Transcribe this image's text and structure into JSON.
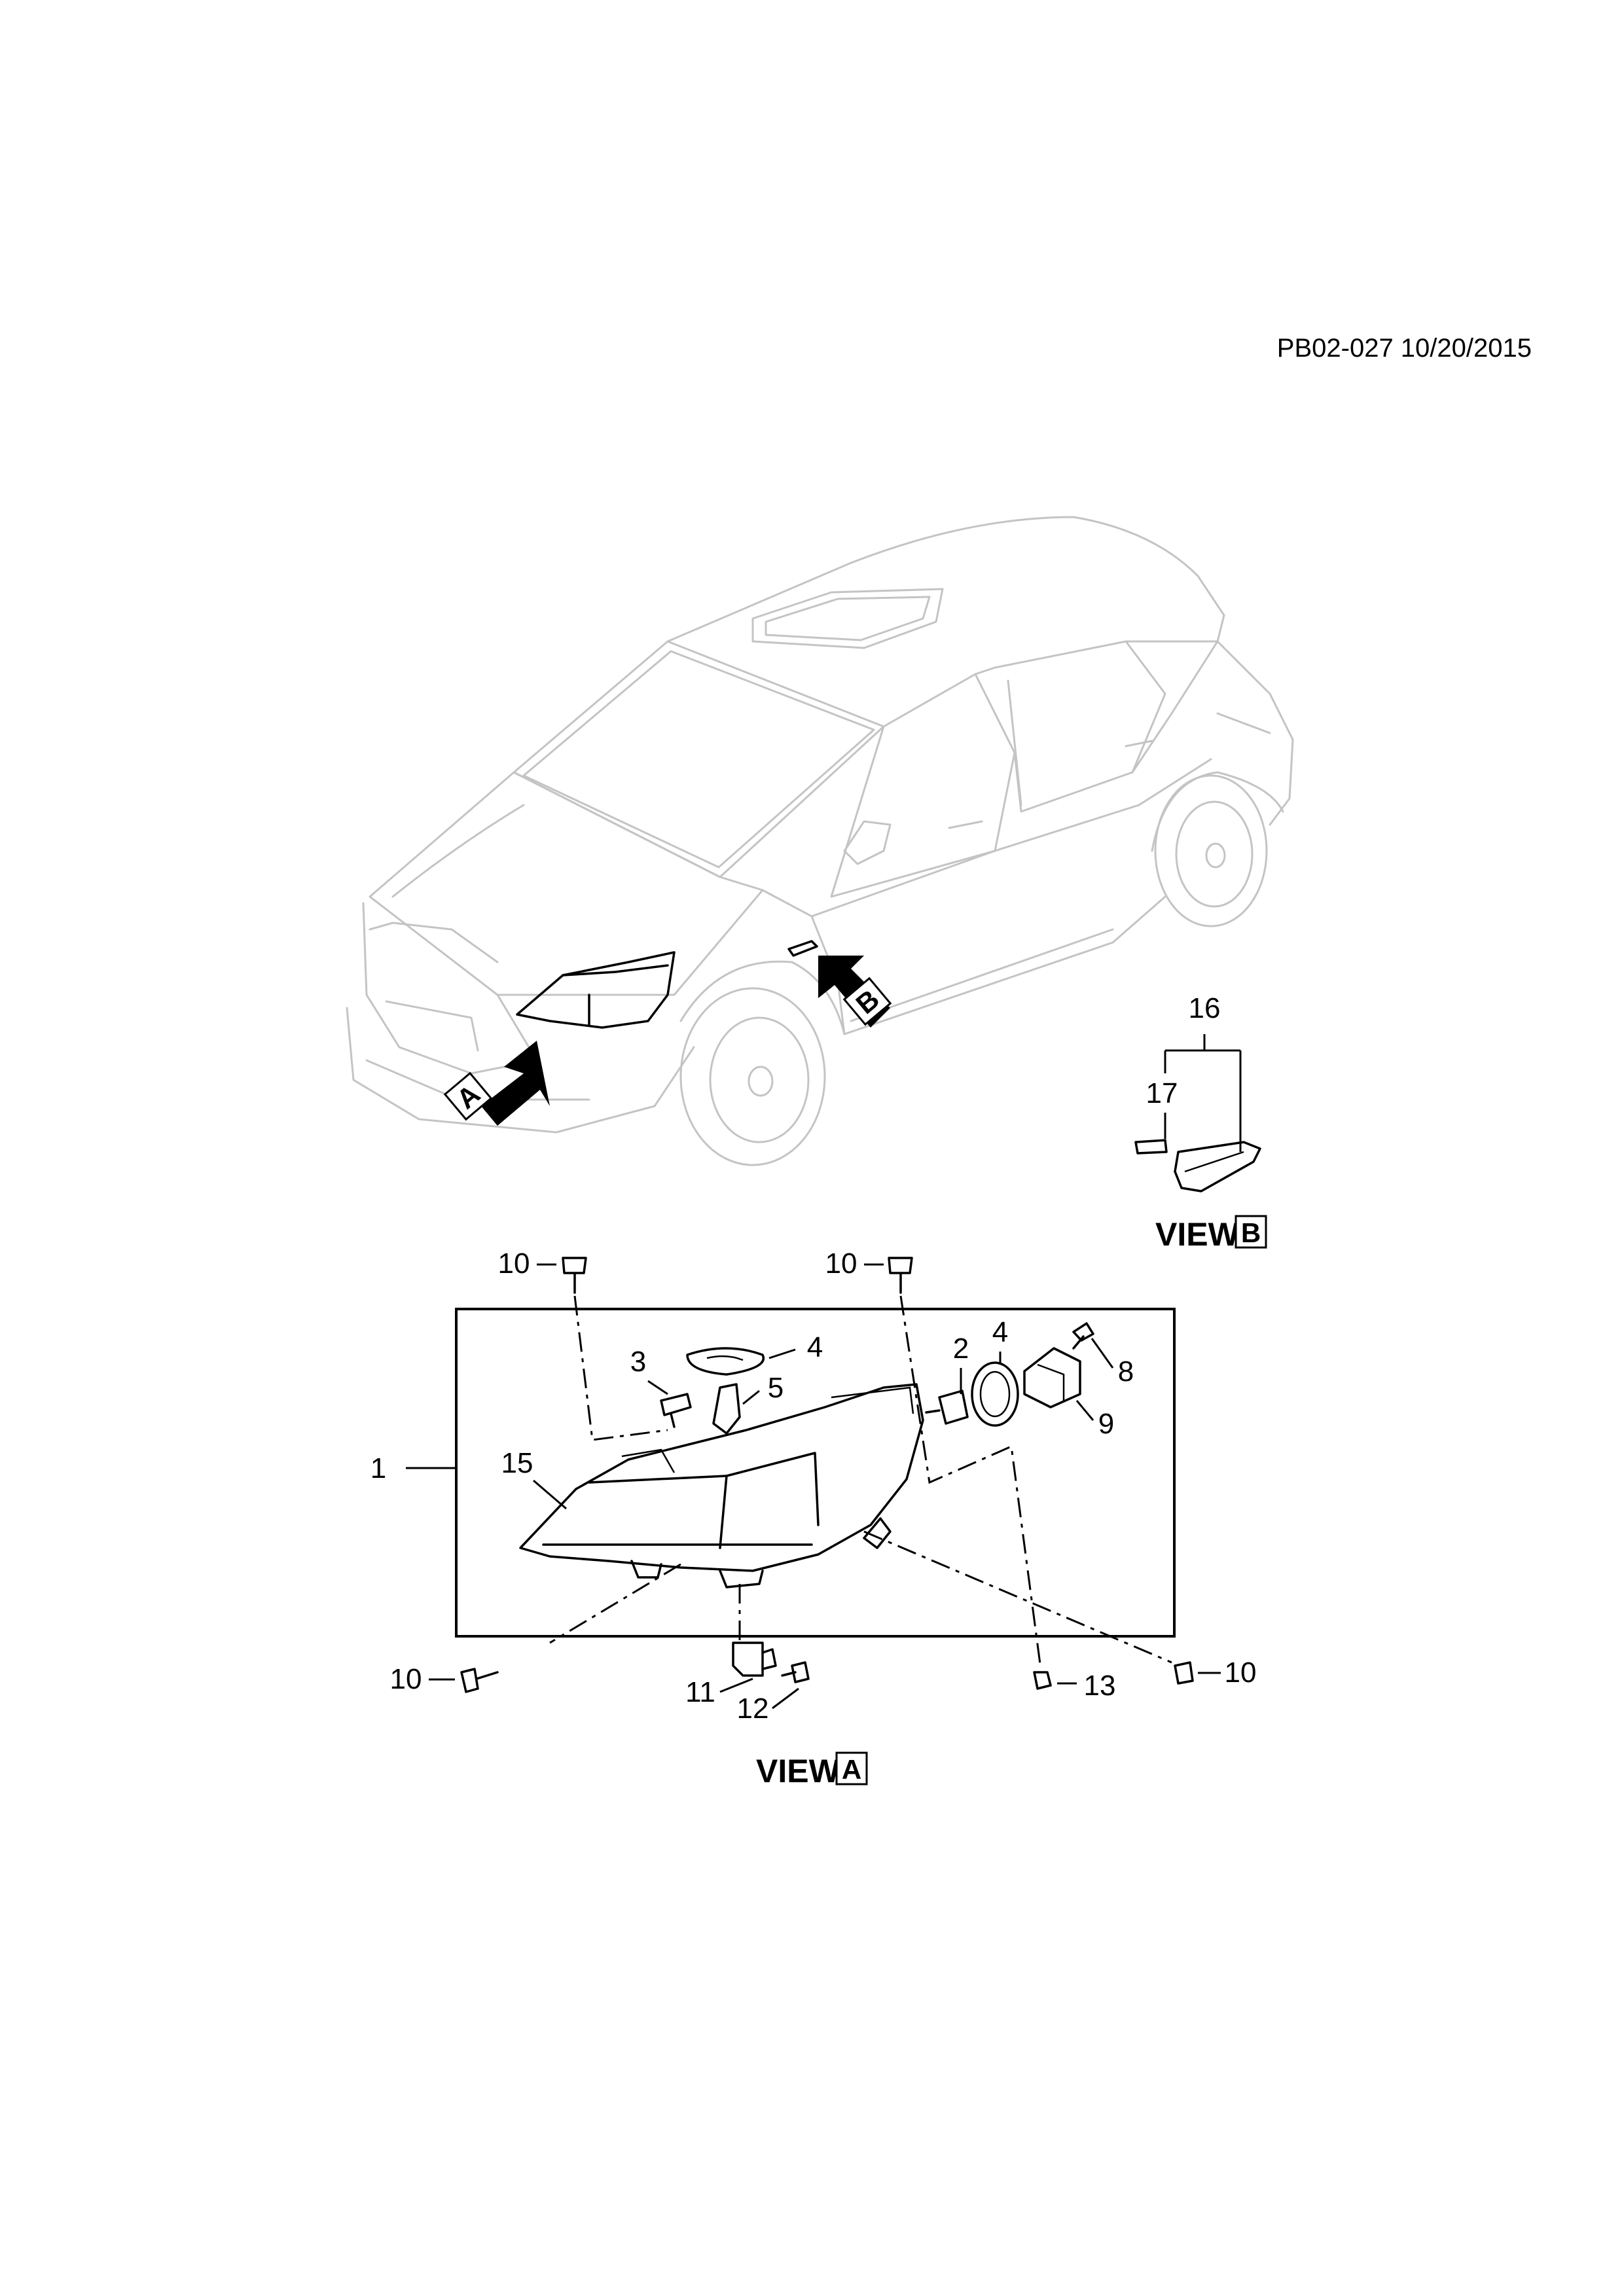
{
  "header": {
    "doc_ref": "PB02-027 10/20/2015"
  },
  "view_a": {
    "title": "VIEW",
    "letter": "A"
  },
  "view_b": {
    "title": "VIEW",
    "letter": "B"
  },
  "arrows": {
    "a": "A",
    "b": "B"
  },
  "callouts": {
    "c1": "1",
    "c2": "2",
    "c3": "3",
    "c4a": "4",
    "c4b": "4",
    "c5": "5",
    "c8": "8",
    "c9": "9",
    "c10a": "10",
    "c10b": "10",
    "c10c": "10",
    "c10d": "10",
    "c11": "11",
    "c12": "12",
    "c13": "13",
    "c15": "15",
    "c16": "16",
    "c17": "17"
  }
}
